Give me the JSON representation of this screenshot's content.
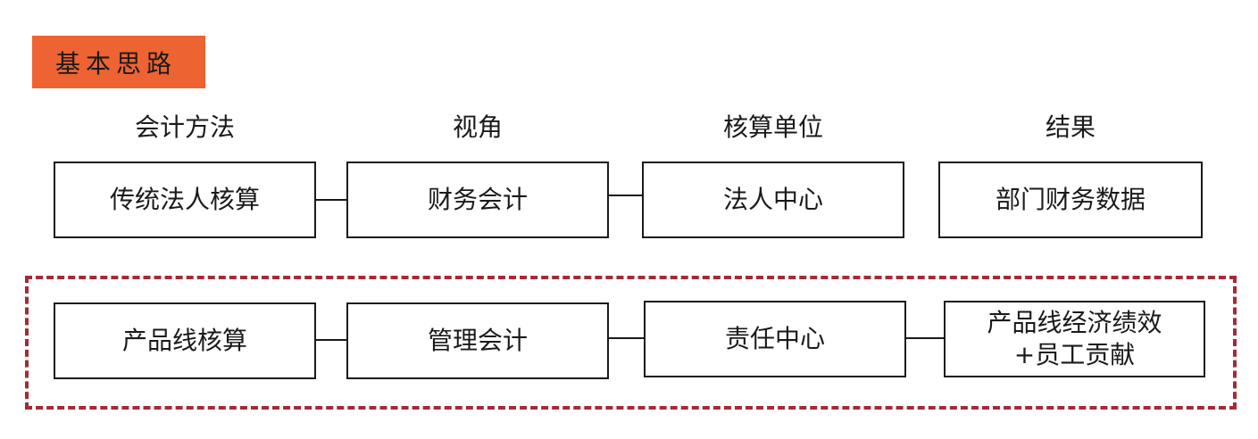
{
  "title": {
    "label": "基本思路"
  },
  "columns": [
    {
      "header": "会计方法"
    },
    {
      "header": "视角"
    },
    {
      "header": "核算单位"
    },
    {
      "header": "结果"
    }
  ],
  "rows": [
    {
      "cells": [
        "传统法人核算",
        "财务会计",
        "法人中心",
        "部门财务数据"
      ]
    },
    {
      "cells": [
        "产品线核算",
        "管理会计",
        "责任中心",
        "产品线经济绩效\n+员工贡献"
      ]
    }
  ],
  "colors": {
    "title_bg": "#ee6332",
    "dashed_frame": "#a52a35",
    "border": "#1a1a1a"
  }
}
